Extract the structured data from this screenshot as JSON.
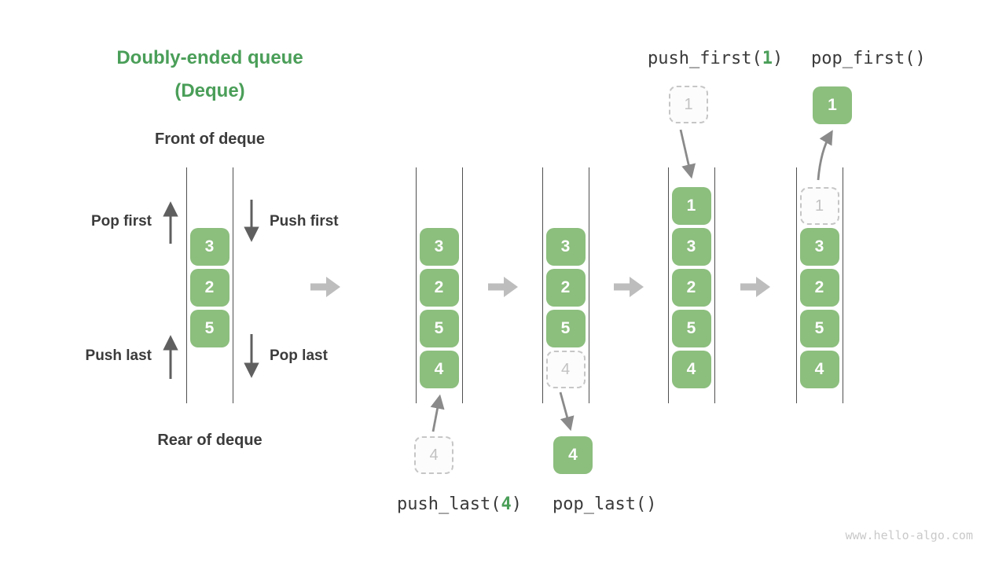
{
  "title": {
    "line1": "Doubly-ended queue",
    "line2": "(Deque)"
  },
  "labels": {
    "front": "Front of deque",
    "rear": "Rear of deque",
    "pop_first": "Pop first",
    "push_first": "Push first",
    "push_last": "Push last",
    "pop_last": "Pop last"
  },
  "operations": {
    "push_last": {
      "prefix": "push_last(",
      "arg": "4",
      "suffix": ")"
    },
    "pop_last": "pop_last()",
    "push_first": {
      "prefix": "push_first(",
      "arg": "1",
      "suffix": ")"
    },
    "pop_first": "pop_first()"
  },
  "queues": [
    {
      "name": "initial-deque",
      "cells": [
        {
          "v": "3",
          "slot": 1,
          "t": "solid"
        },
        {
          "v": "2",
          "slot": 2,
          "t": "solid"
        },
        {
          "v": "5",
          "slot": 3,
          "t": "solid"
        }
      ]
    },
    {
      "name": "after-push-last",
      "cells": [
        {
          "v": "3",
          "slot": 1,
          "t": "solid"
        },
        {
          "v": "2",
          "slot": 2,
          "t": "solid"
        },
        {
          "v": "5",
          "slot": 3,
          "t": "solid"
        },
        {
          "v": "4",
          "slot": 4,
          "t": "solid"
        }
      ]
    },
    {
      "name": "after-pop-last",
      "cells": [
        {
          "v": "3",
          "slot": 1,
          "t": "solid"
        },
        {
          "v": "2",
          "slot": 2,
          "t": "solid"
        },
        {
          "v": "5",
          "slot": 3,
          "t": "solid"
        },
        {
          "v": "4",
          "slot": 4,
          "t": "dashed"
        }
      ]
    },
    {
      "name": "after-push-first",
      "cells": [
        {
          "v": "1",
          "slot": 0,
          "t": "solid"
        },
        {
          "v": "3",
          "slot": 1,
          "t": "solid"
        },
        {
          "v": "2",
          "slot": 2,
          "t": "solid"
        },
        {
          "v": "5",
          "slot": 3,
          "t": "solid"
        },
        {
          "v": "4",
          "slot": 4,
          "t": "solid"
        }
      ]
    },
    {
      "name": "after-pop-first",
      "cells": [
        {
          "v": "1",
          "slot": 0,
          "t": "dashed"
        },
        {
          "v": "3",
          "slot": 1,
          "t": "solid"
        },
        {
          "v": "2",
          "slot": 2,
          "t": "solid"
        },
        {
          "v": "5",
          "slot": 3,
          "t": "solid"
        },
        {
          "v": "4",
          "slot": 4,
          "t": "solid"
        }
      ]
    }
  ],
  "floating_cells": {
    "push_last_incoming": {
      "value": "4",
      "style": "dashed"
    },
    "pop_last_removed": {
      "value": "4",
      "style": "solid"
    },
    "push_first_incoming": {
      "value": "1",
      "style": "dashed"
    },
    "pop_first_removed": {
      "value": "1",
      "style": "solid"
    }
  },
  "watermark": "www.hello-algo.com",
  "colors": {
    "cell_green": "#8cbe7e",
    "title_green": "#4a9e58",
    "dashed_border": "#c6c6c6",
    "dashed_text": "#c2c2c2",
    "wall_gray": "#4f4f4f",
    "arrow_dark": "#5f5f5f",
    "arrow_mid": "#8a8a8a",
    "big_arrow": "#bdbdbd",
    "text_dark": "#3b3b3b",
    "watermark": "#c9c9c9"
  }
}
